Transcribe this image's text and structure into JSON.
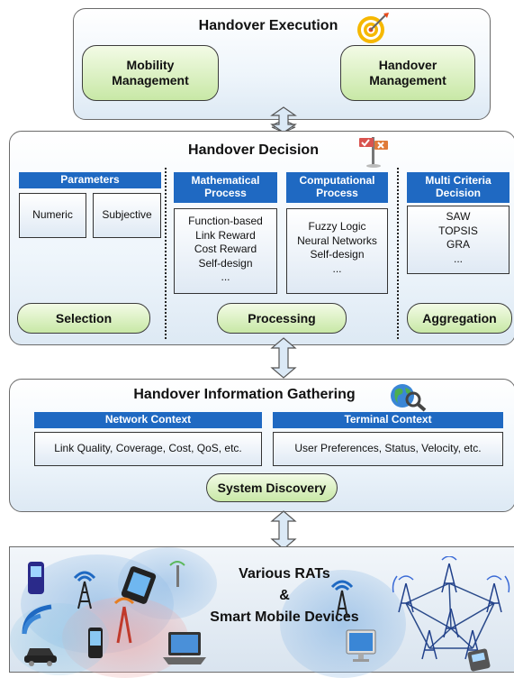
{
  "execution": {
    "title": "Handover Execution",
    "mobility_management": "Mobility\nManagement",
    "handover_management": "Handover\nManagement"
  },
  "decision": {
    "title": "Handover Decision",
    "parameters_header": "Parameters",
    "numeric": "Numeric",
    "subjective": "Subjective",
    "math_header": "Mathematical\nProcess",
    "math_items": [
      "Function-based",
      "Link Reward",
      "Cost Reward",
      "Self-design",
      "..."
    ],
    "comp_header": "Computational\nProcess",
    "comp_items": [
      "Fuzzy Logic",
      "Neural Networks",
      "Self-design",
      "..."
    ],
    "mcd_header": "Multi Criteria\nDecision",
    "mcd_items": [
      "SAW",
      "TOPSIS",
      "GRA",
      "..."
    ],
    "selection": "Selection",
    "processing": "Processing",
    "aggregation": "Aggregation"
  },
  "gathering": {
    "title": "Handover Information Gathering",
    "network_header": "Network Context",
    "network_text": "Link Quality, Coverage, Cost, QoS, etc.",
    "terminal_header": "Terminal Context",
    "terminal_text": "User Preferences, Status, Velocity, etc.",
    "system_discovery": "System Discovery"
  },
  "rats": {
    "line1": "Various RATs",
    "line2": "&",
    "line3": "Smart Mobile Devices"
  },
  "icons": [
    "target-icon",
    "signpost-icon",
    "globe-search-icon",
    "cell-tower-icon",
    "mobile-phone-icon",
    "car-icon",
    "laptop-icon",
    "monitor-icon",
    "wifi-signal-icon"
  ],
  "colors": {
    "header_blue": "#1f69c2",
    "green_fill": "#c8e8a6",
    "panel_fill": "#eef5fb",
    "arrow_fill": "#dbe9f6"
  }
}
